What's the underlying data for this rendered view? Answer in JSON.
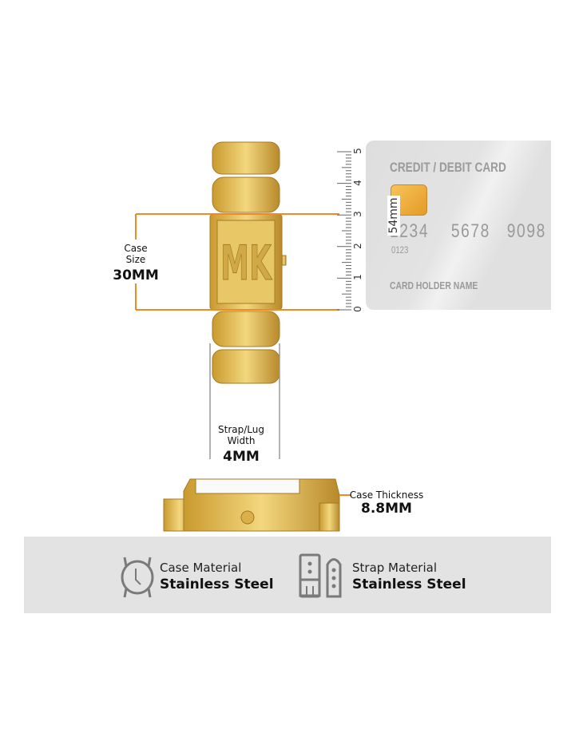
{
  "case_size": {
    "label_line1": "Case",
    "label_line2": "Size",
    "value": "30MM"
  },
  "strap_width": {
    "label_line1": "Strap/Lug",
    "label_line2": "Width",
    "value": "4MM"
  },
  "case_thickness": {
    "label": "Case Thickness",
    "value": "8.8MM"
  },
  "ruler": {
    "ticks": [
      "0",
      "1",
      "2",
      "3",
      "4",
      "5"
    ],
    "height_label": "54mm"
  },
  "card": {
    "title": "CREDIT / DEBIT CARD",
    "number": [
      "1234",
      "5678",
      "9098"
    ],
    "sub_number": "0123",
    "holder": "CARD HOLDER NAME"
  },
  "materials": [
    {
      "label": "Case Material",
      "value": "Stainless Steel",
      "icon": "watch-icon"
    },
    {
      "label": "Strap Material",
      "value": "Stainless Steel",
      "icon": "strap-icon"
    }
  ],
  "colors": {
    "accent": "#f08a24",
    "gold": "#d9b04a",
    "band": "#e3e3e3"
  }
}
